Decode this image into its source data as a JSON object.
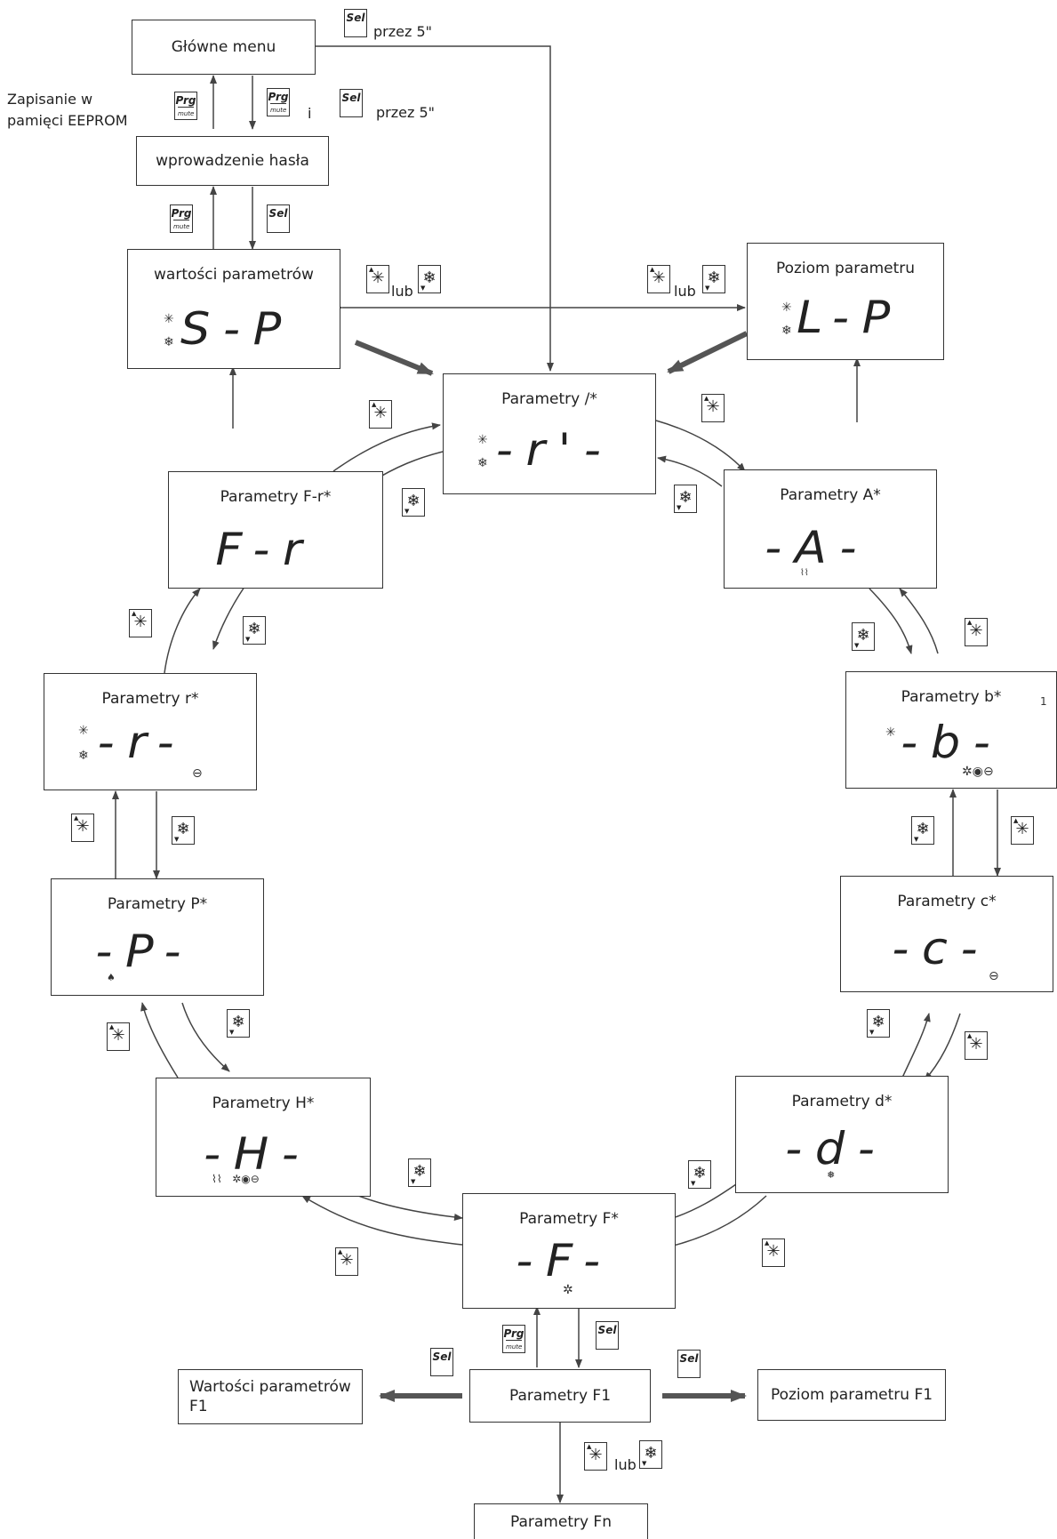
{
  "top": {
    "main_menu": "Główne menu",
    "password": "wprowadzenie hasła",
    "save_label_1": "Zapisanie w",
    "save_label_2": "pamięci EEPROM",
    "sel_5s_top": "przez 5\"",
    "and_label": "i",
    "sel_5s_mid": "przez 5\""
  },
  "keys": {
    "sel": "Sel",
    "prg": "Prg",
    "mute": "mute",
    "or": "lub"
  },
  "boxes": {
    "param_values": {
      "title": "wartości parametrów",
      "display": "S-P"
    },
    "param_level": {
      "title": "Poziom parametru",
      "display": "L-P"
    },
    "p_slash": {
      "title": "Parametry /*",
      "display": "-r'-"
    },
    "p_fr": {
      "title": "Parametry F-r*",
      "display": "F-r"
    },
    "p_a": {
      "title": "Parametry A*",
      "display": "-A-"
    },
    "p_r": {
      "title": "Parametry r*",
      "display": "-r-"
    },
    "p_b": {
      "title": "Parametry b*",
      "display": "-b-",
      "superscript": "1"
    },
    "p_p": {
      "title": "Parametry P*",
      "display": "-P-"
    },
    "p_c": {
      "title": "Parametry c*",
      "display": "-c-"
    },
    "p_h": {
      "title": "Parametry H*",
      "display": "-H-"
    },
    "p_d": {
      "title": "Parametry d*",
      "display": "-d-"
    },
    "p_f": {
      "title": "Parametry F*",
      "display": "-F-"
    },
    "p_f1": {
      "title": "Parametry F1"
    },
    "p_f1_values": {
      "title_1": "Wartości parametrów",
      "title_2": "F1"
    },
    "p_f1_level": {
      "title": "Poziom parametru F1"
    },
    "p_fn": {
      "title": "Parametry Fn"
    }
  },
  "colors": {
    "line": "#333333",
    "arrow_fill": "#555555",
    "box_border": "#333333"
  },
  "icons": [
    "sun-key-icon",
    "snowflake-key-icon",
    "fan-icon",
    "compressor-icon",
    "heater-icon",
    "light-icon"
  ]
}
